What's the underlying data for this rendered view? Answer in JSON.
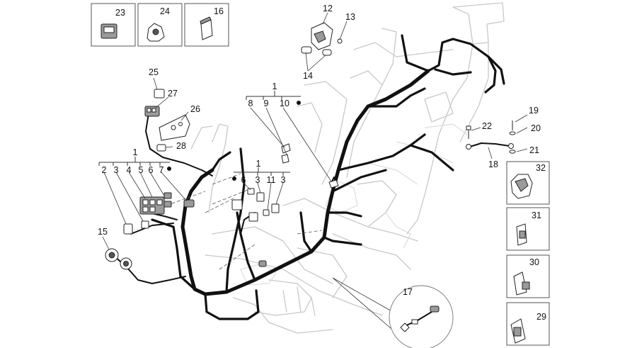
{
  "callouts": {
    "c1_top": "1",
    "c8": "8",
    "c9": "9",
    "c10": "10",
    "c1_left": "1",
    "c2": "2",
    "c3a": "3",
    "c4": "4",
    "c5": "5",
    "c6a": "6",
    "c7": "7",
    "c1_mid": "1",
    "c6b": "6",
    "c3b": "3",
    "c11": "11",
    "c3c": "3",
    "c12": "12",
    "c13": "13",
    "c14": "14",
    "c15": "15",
    "c16": "16",
    "c17": "17",
    "c18": "18",
    "c19": "19",
    "c20": "20",
    "c21": "21",
    "c22": "22",
    "c23": "23",
    "c24": "24",
    "c25": "25",
    "c26": "26",
    "c27": "27",
    "c28": "28",
    "c29": "29",
    "c30": "30",
    "c31": "31",
    "c32": "32"
  }
}
